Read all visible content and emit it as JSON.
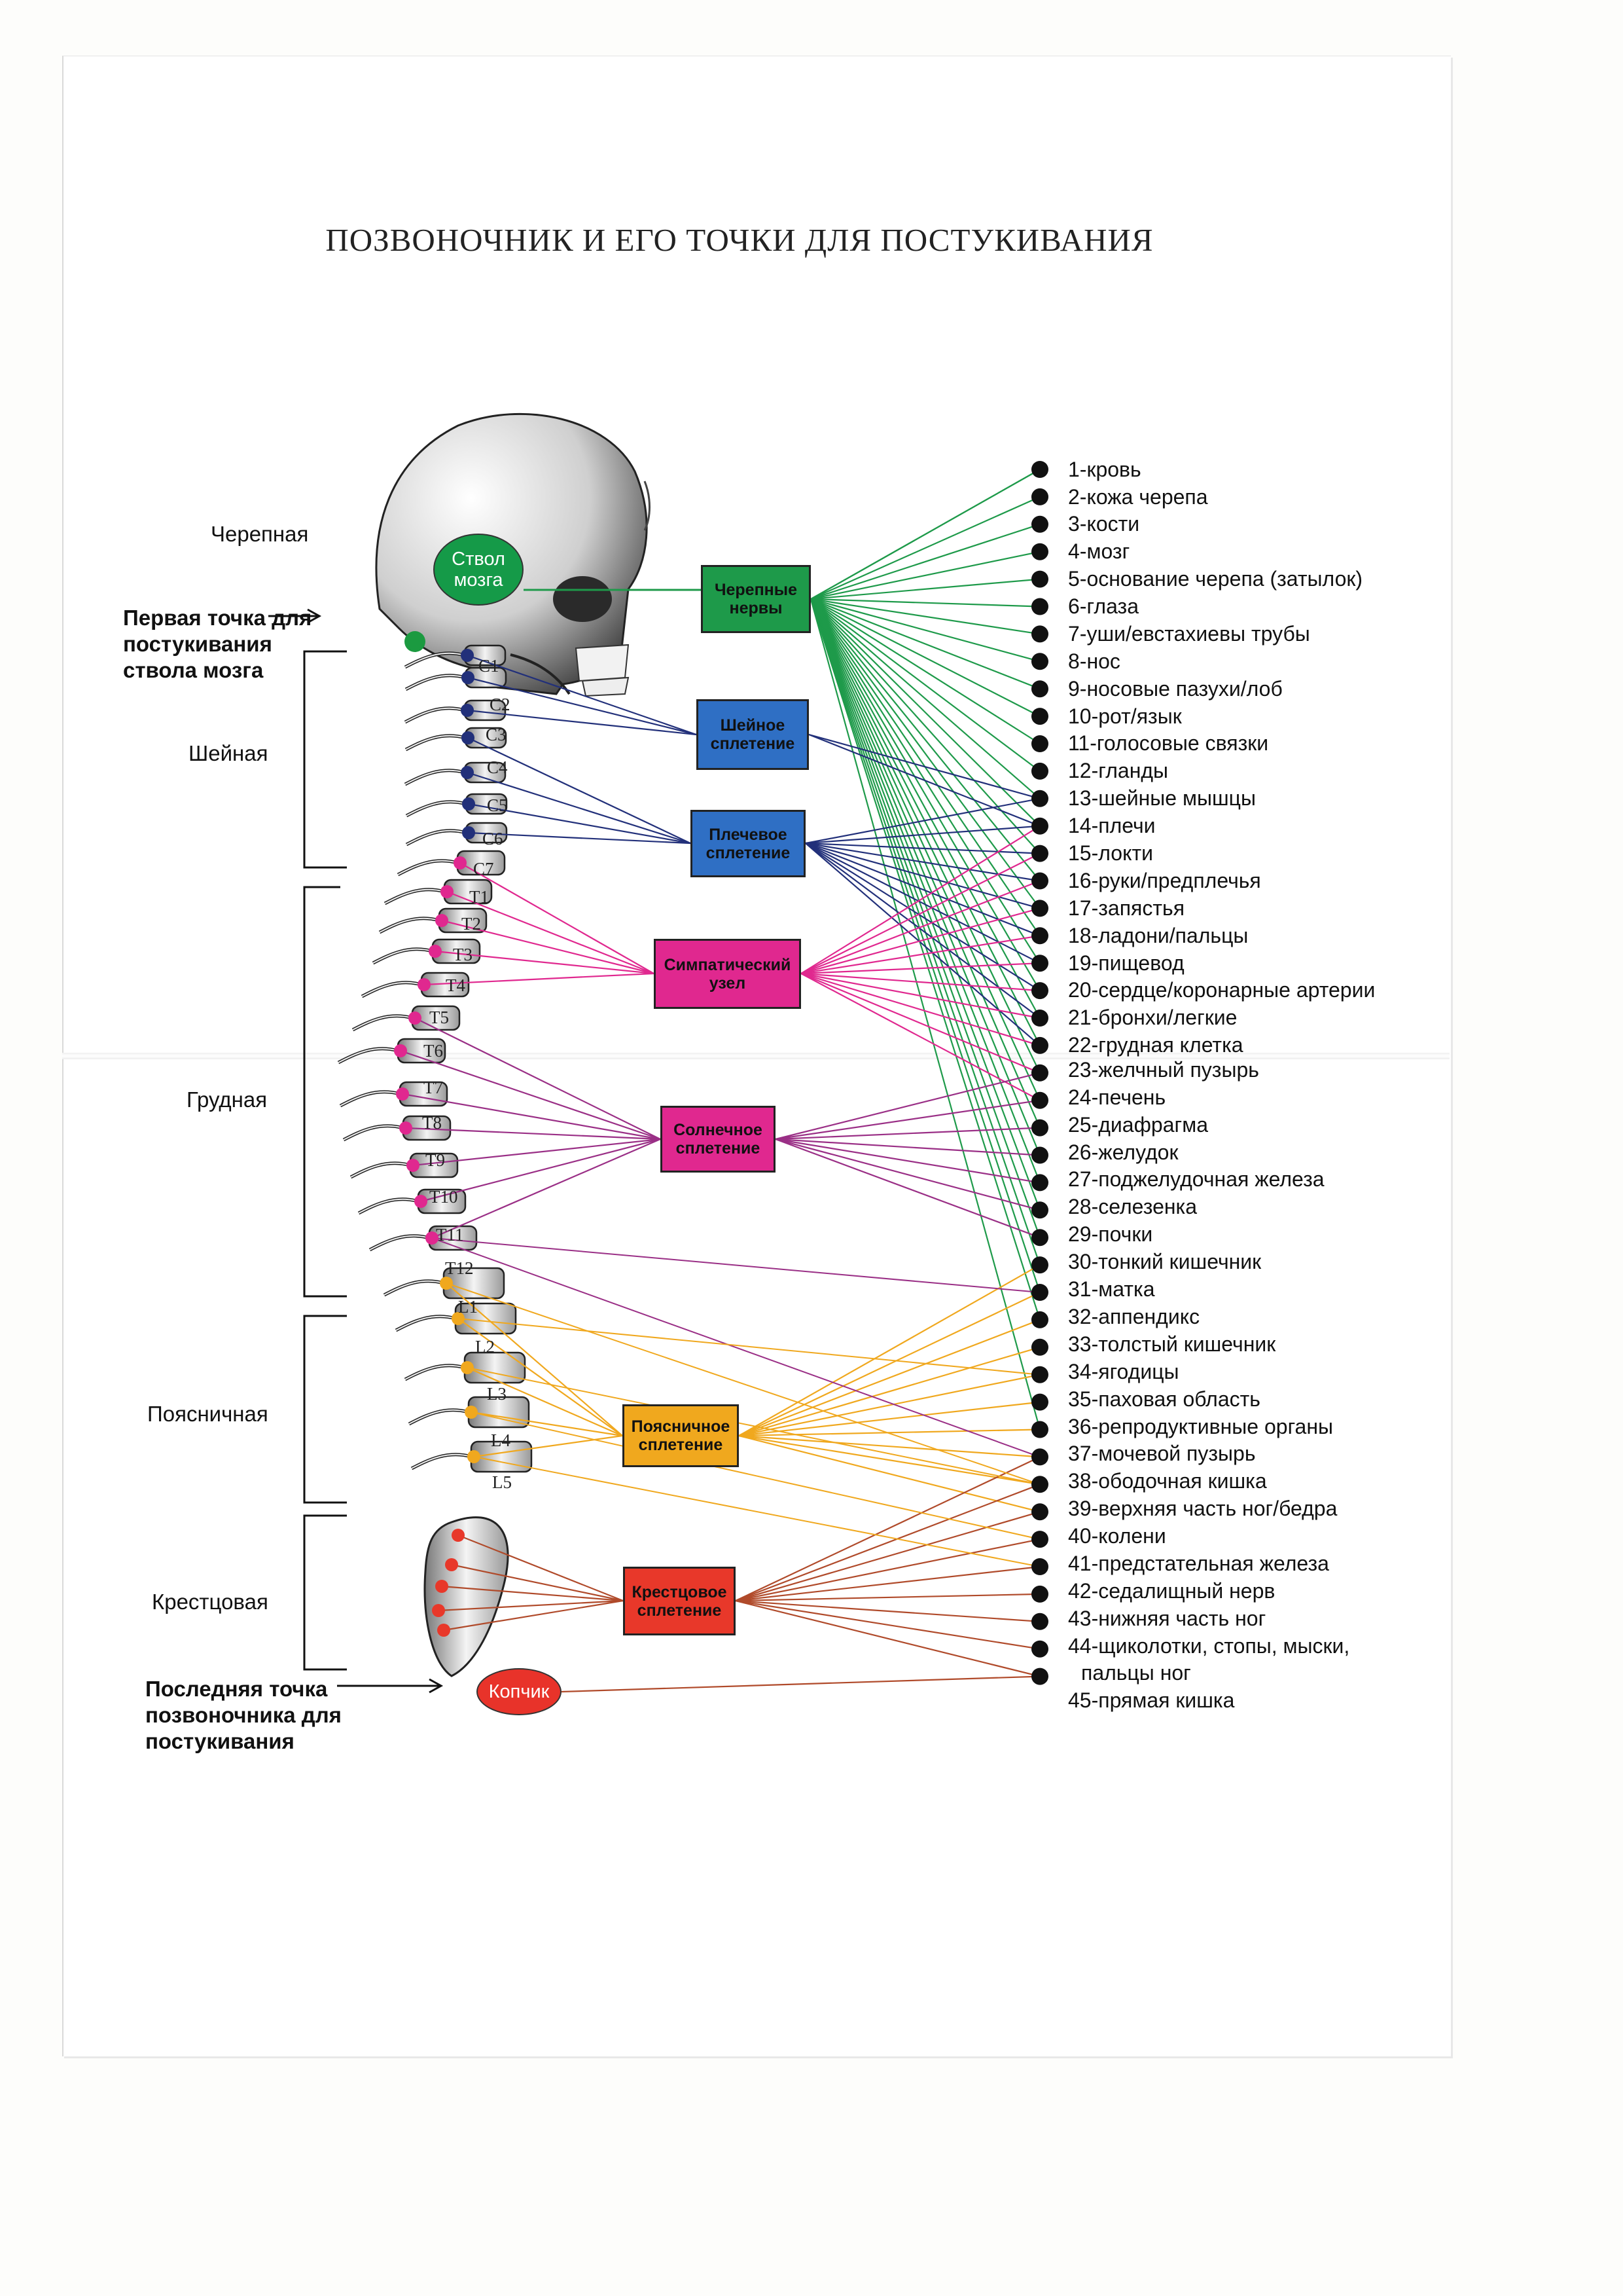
{
  "title": "ПОЗВОНОЧНИК И ЕГО ТОЧКИ ДЛЯ ПОСТУКИВАНИЯ",
  "sections": {
    "cranial": "Черепная",
    "cervical": "Шейная",
    "thoracic": "Грудная",
    "lumbar": "Поясничная",
    "sacral": "Крестцовая"
  },
  "first_point": "Первая точка для постукивания ствола мозга",
  "last_point": "Последняя точка позвоночника для постукивания",
  "brainstem": "Ствол мозга",
  "coccyx": "Копчик",
  "plexuses": [
    {
      "key": "cranial_nerves",
      "label": "Черепные нервы",
      "color": "#1e9a4a"
    },
    {
      "key": "cervical",
      "label": "Шейное сплетение",
      "color": "#2f6fc4"
    },
    {
      "key": "brachial",
      "label": "Плечевое сплетение",
      "color": "#2f6fc4"
    },
    {
      "key": "sympathetic",
      "label": "Симпатический узел",
      "color": "#e0288f"
    },
    {
      "key": "solar",
      "label": "Солнечное сплетение",
      "color": "#e0288f"
    },
    {
      "key": "lumbar",
      "label": "Поясничное сплетение",
      "color": "#f0a81e"
    },
    {
      "key": "sacral",
      "label": "Крестцовое сплетение",
      "color": "#e8382a"
    }
  ],
  "vertebrae": [
    "C1",
    "C2",
    "C3",
    "C4",
    "C5",
    "C6",
    "C7",
    "T1",
    "T2",
    "T3",
    "T4",
    "T5",
    "T6",
    "T7",
    "T8",
    "T9",
    "T10",
    "T11",
    "T12",
    "L1",
    "L2",
    "L3",
    "L4",
    "L5"
  ],
  "organs": [
    "1-кровь",
    "2-кожа черепа",
    "3-кости",
    "4-мозг",
    "5-основание черепа (затылок)",
    "6-глаза",
    "7-уши/евстахиевы трубы",
    "8-нос",
    "9-носовые пазухи/лоб",
    "10-рот/язык",
    "11-голосовые связки",
    "12-гланды",
    "13-шейные мышцы",
    "14-плечи",
    "15-локти",
    "16-руки/предплечья",
    "17-запястья",
    "18-ладони/пальцы",
    "19-пищевод",
    "20-сердце/коронарные артерии",
    "21-бронхи/легкие",
    "22-грудная клетка",
    "23-желчный пузырь",
    "24-печень",
    "25-диафрагма",
    "26-желудок",
    "27-поджелудочная железа",
    "28-селезенка",
    "29-почки",
    "30-тонкий кишечник",
    "31-матка",
    "32-аппендикс",
    "33-толстый кишечник",
    "34-ягодицы",
    "35-паховая область",
    "36-репродуктивные органы",
    "37-мочевой пузырь",
    "38-ободочная кишка",
    "39-верхняя часть ног/бедра",
    "40-колени",
    "41-предстательная железа",
    "42-седалищный нерв",
    "43-нижняя часть ног",
    "44-щиколотки, стопы, мыски,",
    "пальцы ног",
    "45-прямая кишка"
  ],
  "colors": {
    "green": "#1e9a4a",
    "navy": "#22307a",
    "blue": "#2f6fc4",
    "magenta": "#e0288f",
    "purple": "#9a2f86",
    "yellow": "#f0a81e",
    "red": "#e8382a",
    "brown": "#b04a2a"
  }
}
